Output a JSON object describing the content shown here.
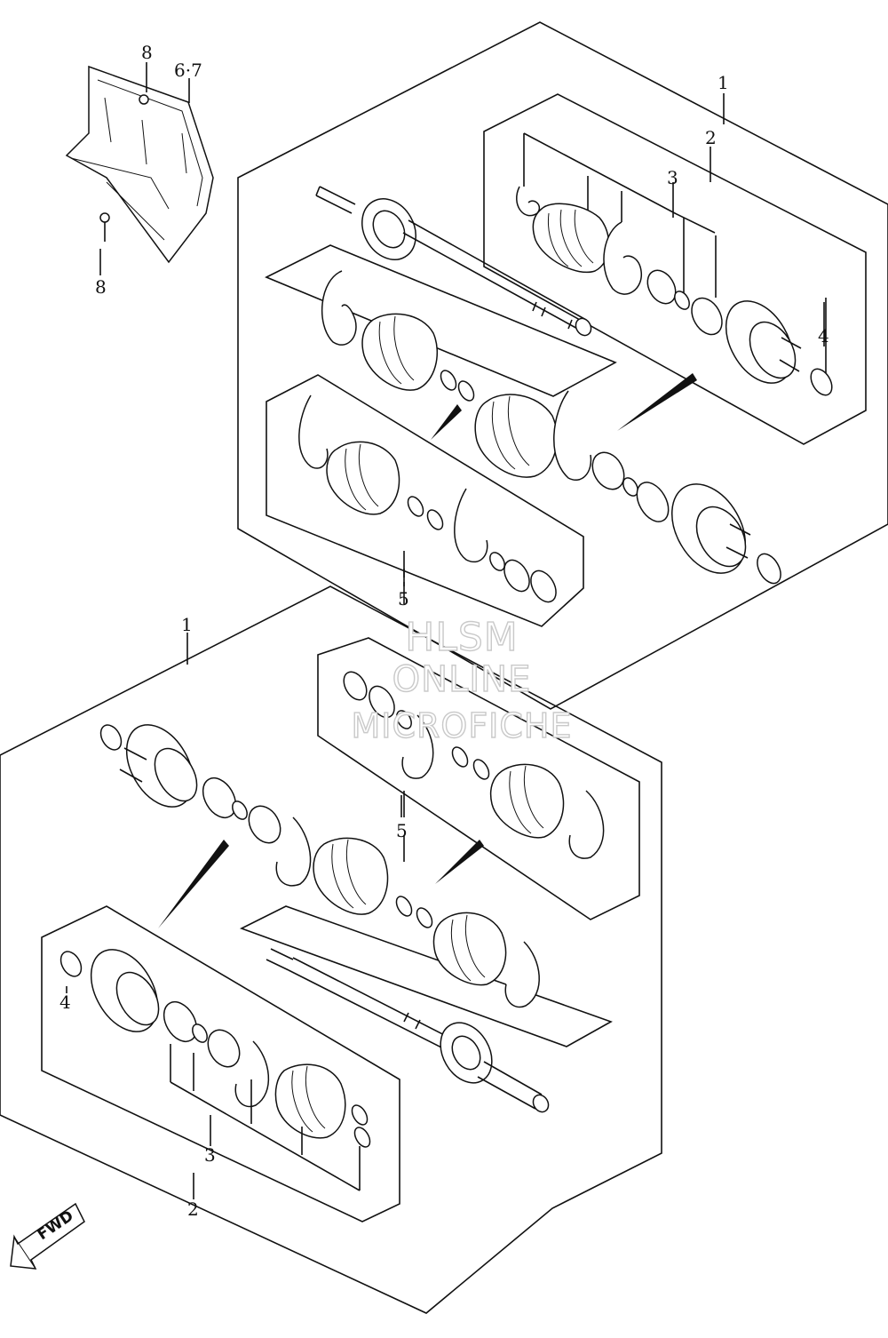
{
  "labels": {
    "upper_assembly": "1",
    "upper_outer_kit": "2",
    "upper_inner_kit": "3",
    "upper_circlip": "4",
    "upper_boot_kit": "5",
    "protector": "6·7",
    "bolt_top": "8",
    "bolt_bottom": "8",
    "lower_assembly": "1",
    "lower_boot_kit": "5",
    "lower_circlip": "4",
    "lower_inner_kit": "3",
    "lower_outer_kit": "2"
  },
  "watermark": {
    "line1": "HLSM",
    "line2": "ONLINE",
    "line3": "MICROFICHE"
  },
  "fwd": {
    "label": "FWD",
    "icon": "fwd-arrow-icon"
  },
  "colors": {
    "line": "#111111",
    "watermark": "#c9c9c9"
  }
}
